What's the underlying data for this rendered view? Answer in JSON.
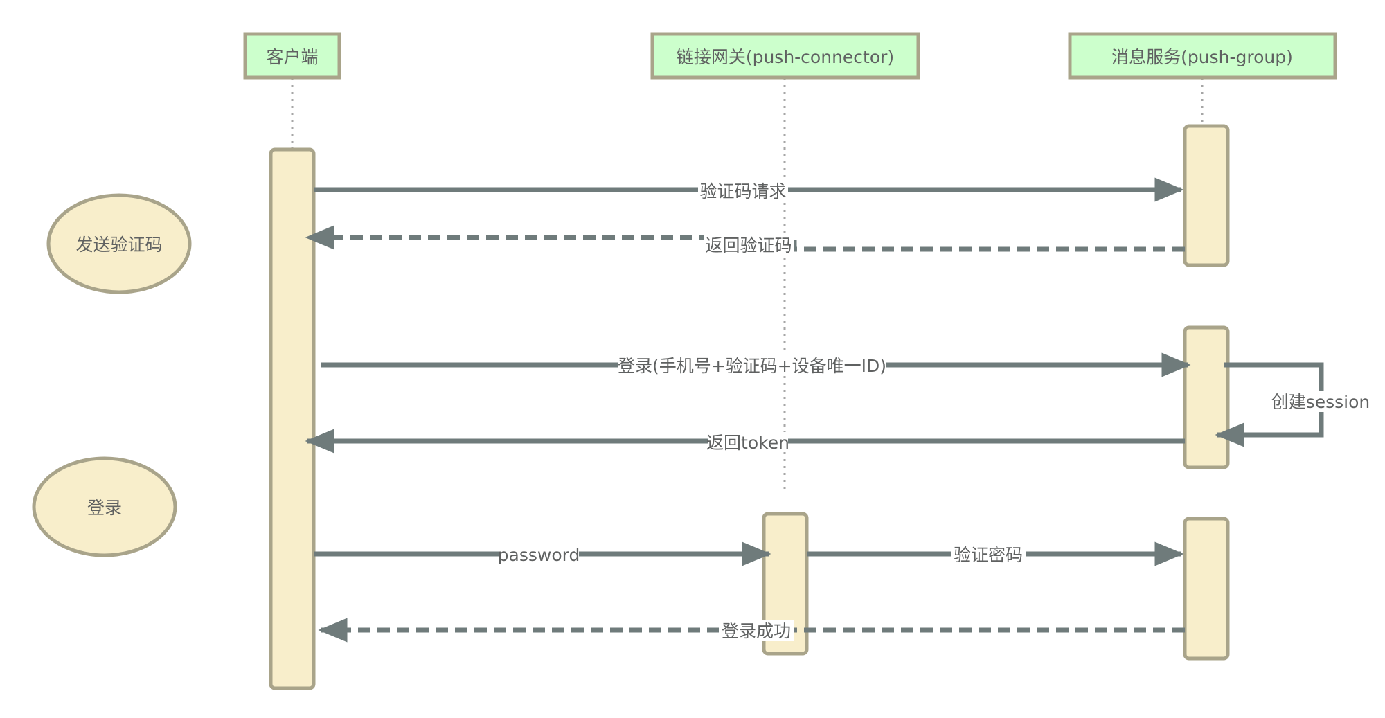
{
  "colors": {
    "participant_fill": "#ccffcc",
    "participant_stroke": "#a9a48a",
    "activation_fill": "#f8eecb",
    "activation_stroke": "#a9a48a",
    "arrow": "#6f7b7b",
    "lifeline": "#a6a6a6",
    "text": "#5f6161"
  },
  "participants": [
    {
      "id": "client",
      "label": "客户端"
    },
    {
      "id": "connector",
      "label": "链接网关(push-connector)"
    },
    {
      "id": "group",
      "label": "消息服务(push-group)"
    }
  ],
  "notes": [
    {
      "id": "send-code",
      "label": "发送验证码"
    },
    {
      "id": "login",
      "label": "登录"
    }
  ],
  "messages": [
    {
      "id": "code-request",
      "label": "验证码请求",
      "from": "client",
      "to": "group",
      "style": "solid"
    },
    {
      "id": "code-return",
      "label": "返回验证码",
      "from": "group",
      "to": "client",
      "style": "dashed"
    },
    {
      "id": "login-request",
      "label": "登录(手机号+验证码+设备唯一ID)",
      "from": "client",
      "to": "group",
      "style": "solid"
    },
    {
      "id": "create-session",
      "label": "创建session",
      "from": "group",
      "to": "group",
      "style": "self"
    },
    {
      "id": "token-return",
      "label": "返回token",
      "from": "group",
      "to": "client",
      "style": "solid"
    },
    {
      "id": "password",
      "label": "password",
      "from": "client",
      "to": "connector",
      "style": "solid"
    },
    {
      "id": "verify-password",
      "label": "验证密码",
      "from": "connector",
      "to": "group",
      "style": "solid"
    },
    {
      "id": "login-success",
      "label": "登录成功",
      "from": "group",
      "to": "client",
      "style": "dashed"
    }
  ]
}
